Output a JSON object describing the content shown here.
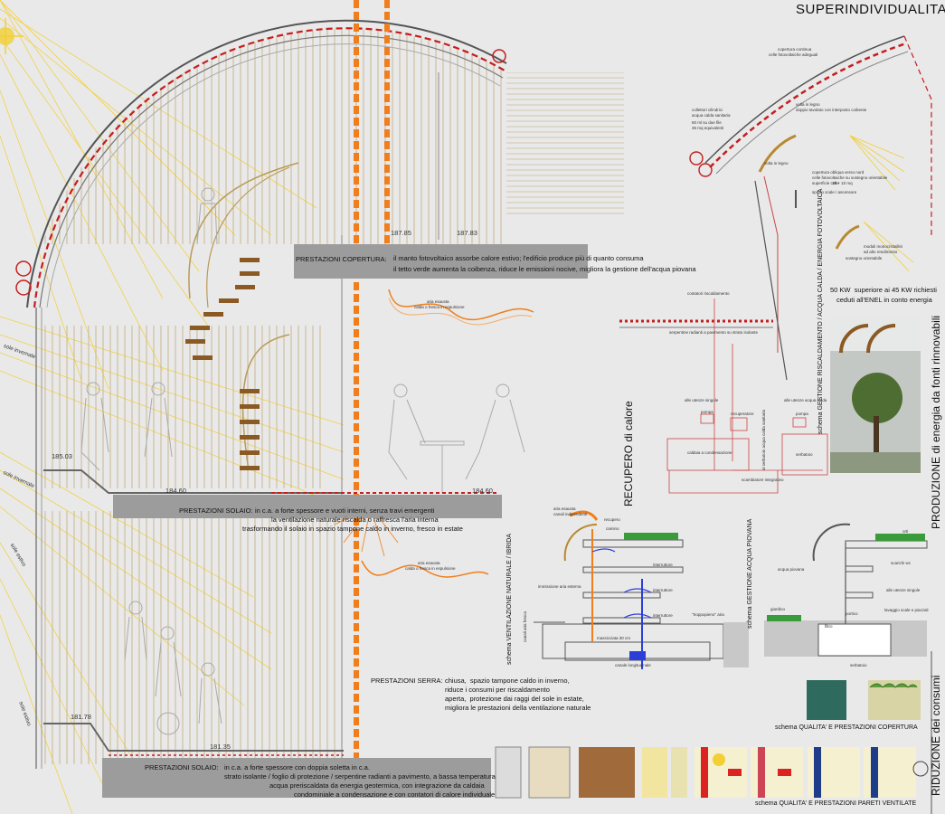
{
  "title": "SUPERINDIVIDUALITA'",
  "sections": {
    "production": "PRODUZIONE di energia da fonti rinnovabili",
    "reduction": "RIDUZIONE dei consumi",
    "recovery": "RECUPERO di calore"
  },
  "prestazioni": {
    "copertura": {
      "label": "PRESTAZIONI COPERTURA:",
      "line1": "il manto fotovoltaico assorbe calore estivo; l'edificio produce più di quanto consuma",
      "line2": "il tetto verde aumenta la coibenza, riduce le emissioni nocive, migliora la gestione dell'acqua piovana"
    },
    "solaio1": {
      "label": "PRESTAZIONI SOLAIO:",
      "line1": "in c.a. a forte spessore e vuoti interni, senza travi emergenti",
      "line2": "la ventilazione naturale riscalda o raffresca l'aria interna",
      "line3": "trasformando il solaio in spazio tampone caldo in inverno, fresco in estate"
    },
    "serra": {
      "label": "PRESTAZIONI SERRA:",
      "line1": "chiusa,  spazio tampone caldo in inverno,",
      "line2": "riduce i consumi per riscaldamento",
      "line3": "aperta,  protezione dai raggi del sole in estate,",
      "line4": "migliora le prestazioni della ventilazione naturale"
    },
    "solaio2": {
      "label": "PRESTAZIONI SOLAIO:",
      "line1": "in c.a. a forte spessore con doppia soletta in c.a.",
      "line2": "strato isolante / foglio di protezione / serpentine radianti a pavimento, a bassa temperatura",
      "line3": "acqua preriscaldata da energia geotermica, con integrazione da caldaia",
      "line4": "condominiale a condensazione e con contatori di calore individuale"
    }
  },
  "schemas": {
    "heating": "schema GESTIONE RISCALDAMENTO / ACQUA CALDA / ENERGIA FOTOVOLTAICA",
    "ventilation": "schema VENTILAZIONE NATURALE / IBRIDA",
    "rainwater": "schema GESTIONE ACQUA PIOVANA",
    "roof_quality": "schema QUALITA' E PRESTAZIONI COPERTURA",
    "walls_quality": "schema QUALITA' E PRESTAZIONI PARETI VENTILATE"
  },
  "energy_note": {
    "line1": "50 KW  superiore ai 45 KW richiesti",
    "line2": "ceduti all'ENEL in conto energia"
  },
  "levels": [
    "187.85",
    "187.83",
    "185.03",
    "184.60",
    "184.60",
    "181.78",
    "181.35"
  ],
  "sun_labels": [
    "sole invernale",
    "sole invernale",
    "sole estivo",
    "sole estivo"
  ],
  "air_labels": {
    "top_a": "aria esausta",
    "top_b": "calda o fresca in espulsione",
    "mid_a": "aria esausta",
    "mid_b": "calda o fresca in espulsione"
  },
  "roof_notes": {
    "n1a": "copertura continua",
    "n1b": "celle fotovoltaiche adeguati",
    "n2a": "collettori cilindrici",
    "n2b": "acqua calda sanitaria",
    "n3a": "60 ml su due file",
    "n3b": "35 mq equivalenti",
    "n4a": "volta in legno",
    "n4b": "doppio tavolato con interposto coibente",
    "n5": "volta in legno",
    "n6a": "copertura obliqua verso nord",
    "n6b": "celle fotovoltaiche su sostegno orientabile",
    "n6c": "superficie celle",
    "n6d": "15 + 10 mq",
    "n7": "spazio scale / ascensore",
    "n8a": "moduli monocristallini",
    "n8b": "ad alto rendimento",
    "n9": "sostegno orientabile"
  },
  "heating_notes": {
    "a": "contatori riscaldamento",
    "b": "serpentine radianti a pavimento su strato isolante",
    "c": "alle utenze singole",
    "d": "pompa",
    "e": "recuperatore",
    "f": "caldaia a condensazione",
    "g": "scambiatore integrativo",
    "h": "alle utenze acqua calda",
    "i": "serbatoio",
    "j": "al serbatoio acqua calda sanitaria"
  },
  "vent_notes": {
    "a": "aria esausta",
    "b": "canali indipendenti",
    "c": "recupero",
    "d": "camino",
    "e": "interruttore",
    "f": "interruttore",
    "g": "interruttore",
    "h": "immissione aria esterna",
    "i": "\"troppopieno\" aria",
    "j": "canali aria fresca",
    "k": "massicciata 30 cm",
    "l": "canale longitudinale"
  },
  "rain_notes": {
    "a": "orti",
    "b": "acqua piovana",
    "c": "scarichi wc",
    "d": "alle utenze singole",
    "e": "giardino",
    "f": "portico",
    "g": "lavaggio scale e piazzali",
    "h": "filtro",
    "i": "serbatoio"
  },
  "colors": {
    "background": "#e9e9e9",
    "band": "#9c9c9c",
    "orange": "#f07e1c",
    "wood": "#8b5a23",
    "sun": "#f3cf34",
    "pv_red": "#c41e1e"
  }
}
